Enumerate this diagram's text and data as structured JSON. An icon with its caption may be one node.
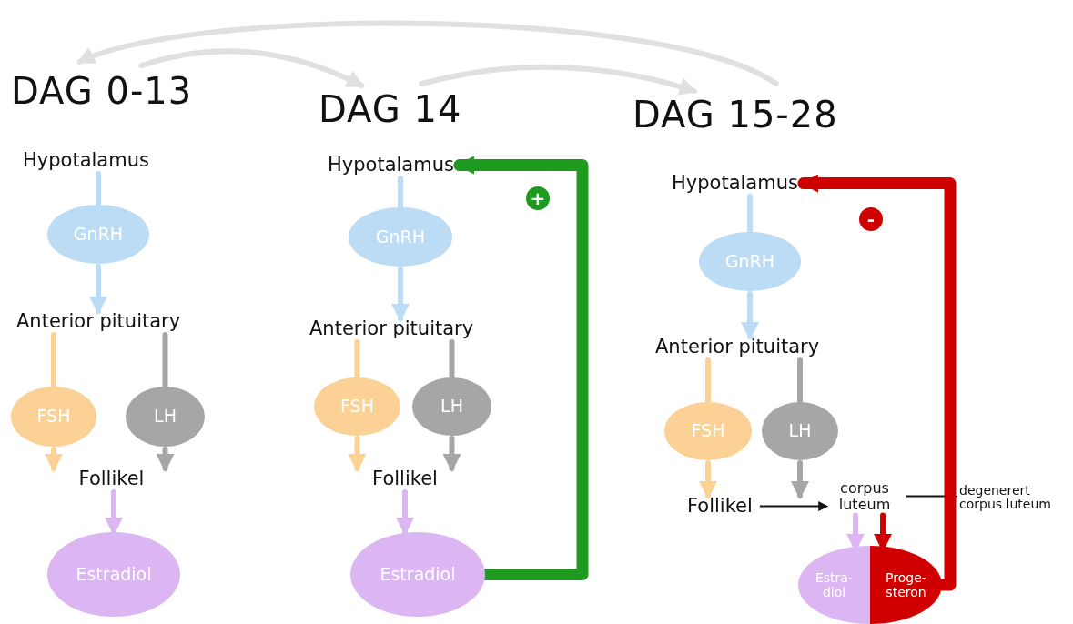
{
  "diagram": {
    "nodes": [
      {
        "text": [
          "DAG 0-13"
        ]
      },
      {
        "text": [
          "DAG 14"
        ]
      },
      {
        "text": [
          "DAG 15-28"
        ]
      },
      {
        "text": [
          "Hypotalamus"
        ]
      },
      {
        "text": [
          "GnRH"
        ]
      },
      {
        "text": [
          "Anterior pituitary"
        ]
      },
      {
        "text": [
          "FSH"
        ]
      },
      {
        "text": [
          "LH"
        ]
      },
      {
        "text": [
          "Follikel"
        ]
      },
      {
        "text": [
          "Estradiol"
        ]
      },
      {
        "text": [
          "Hypotalamus"
        ]
      },
      {
        "text": [
          "GnRH"
        ]
      },
      {
        "text": [
          "Anterior pituitary"
        ]
      },
      {
        "text": [
          "FSH"
        ]
      },
      {
        "text": [
          "LH"
        ]
      },
      {
        "text": [
          "Follikel"
        ]
      },
      {
        "text": [
          "Estradiol"
        ]
      },
      {
        "text": [
          "Hypotalamus"
        ]
      },
      {
        "text": [
          "GnRH"
        ]
      },
      {
        "text": [
          "Anterior pituitary"
        ]
      },
      {
        "text": [
          "FSH"
        ]
      },
      {
        "text": [
          "LH"
        ]
      },
      {
        "text": [
          "Follikel"
        ]
      },
      {
        "text": [
          "corpus luteum"
        ]
      },
      {
        "text": [
          "degenerert corpus luteum"
        ]
      },
      {
        "text": [
          "Estra- diol"
        ]
      },
      {
        "text": [
          "Proge- steron"
        ]
      }
    ],
    "edges": [
      {
        "from": 0,
        "to": 1,
        "arrow": "to",
        "color": "#e0e0e0"
      },
      {
        "from": 1,
        "to": 2,
        "arrow": "to",
        "color": "#e0e0e0"
      },
      {
        "from": 2,
        "to": 0,
        "arrow": "to",
        "color": "#e0e0e0"
      },
      {
        "from": 3,
        "to": 4,
        "arrow": "none",
        "color": "#bcdcf6"
      },
      {
        "from": 4,
        "to": 5,
        "arrow": "to",
        "color": "#bcdcf6"
      },
      {
        "from": 5,
        "to": 6,
        "arrow": "none",
        "color": "#fbd196"
      },
      {
        "from": 6,
        "to": 8,
        "arrow": "to",
        "color": "#fbd196"
      },
      {
        "from": 5,
        "to": 7,
        "arrow": "none",
        "color": "#a6a6a6"
      },
      {
        "from": 7,
        "to": 8,
        "arrow": "to",
        "color": "#a6a6a6"
      },
      {
        "from": 8,
        "to": 9,
        "arrow": "to",
        "color": "#dcb6f3"
      },
      {
        "from": 10,
        "to": 11,
        "arrow": "none",
        "color": "#bcdcf6"
      },
      {
        "from": 11,
        "to": 12,
        "arrow": "to",
        "color": "#bcdcf6"
      },
      {
        "from": 12,
        "to": 13,
        "arrow": "none",
        "color": "#fbd196"
      },
      {
        "from": 13,
        "to": 15,
        "arrow": "to",
        "color": "#fbd196"
      },
      {
        "from": 12,
        "to": 14,
        "arrow": "none",
        "color": "#a6a6a6"
      },
      {
        "from": 14,
        "to": 15,
        "arrow": "to",
        "color": "#a6a6a6"
      },
      {
        "from": 15,
        "to": 16,
        "arrow": "to",
        "color": "#dcb6f3"
      },
      {
        "from": 17,
        "to": 18,
        "arrow": "none",
        "color": "#bcdcf6"
      },
      {
        "from": 18,
        "to": 19,
        "arrow": "to",
        "color": "#bcdcf6"
      },
      {
        "from": 19,
        "to": 20,
        "arrow": "none",
        "color": "#fbd196"
      },
      {
        "from": 20,
        "to": 22,
        "arrow": "to",
        "color": "#fbd196"
      },
      {
        "from": 19,
        "to": 21,
        "arrow": "none",
        "color": "#a6a6a6"
      },
      {
        "from": 21,
        "to": 22,
        "arrow": "to",
        "color": "#a6a6a6"
      },
      {
        "from": 22,
        "to": 23,
        "arrow": "to",
        "color": "#111111"
      },
      {
        "from": 23,
        "to": 24,
        "arrow": "to",
        "color": "#111111"
      },
      {
        "from": 23,
        "to": 25,
        "arrow": "to",
        "color": "#dcb6f3"
      },
      {
        "from": 23,
        "to": 26,
        "arrow": "to",
        "color": "#d10000"
      },
      {
        "from": 16,
        "to": 10,
        "arrow": "to",
        "label": "+",
        "style": "thick",
        "color": "#1e9a1e"
      },
      {
        "from": 26,
        "to": 17,
        "arrow": "to",
        "label": "-",
        "style": "thick",
        "color": "#d10000"
      }
    ]
  }
}
